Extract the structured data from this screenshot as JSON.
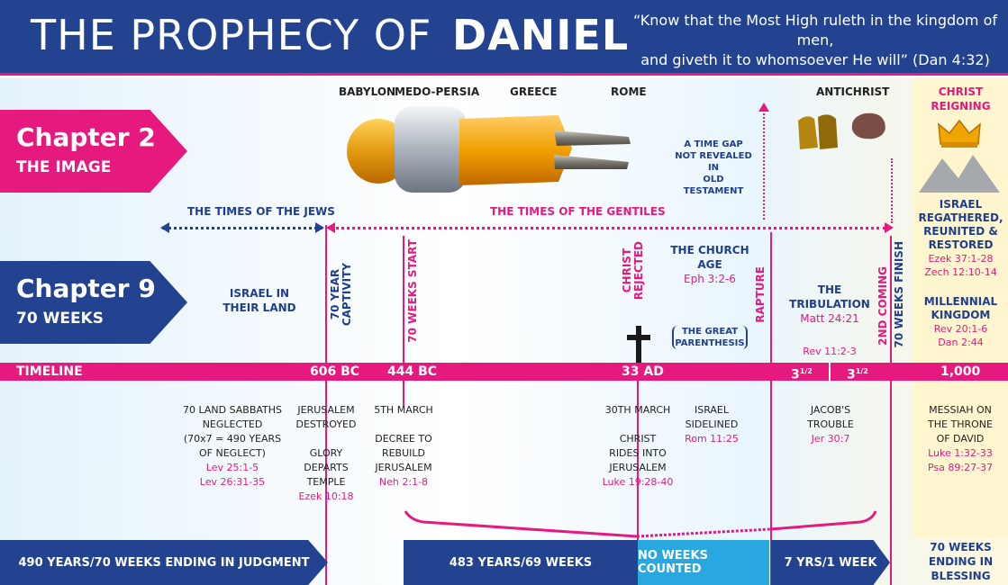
{
  "header": {
    "title_light": "THE PROPHECY OF",
    "title_bold": "DANIEL",
    "quote_line1": "“Know that the Most High ruleth in the kingdom of men,",
    "quote_line2": "and giveth it to whomsoever He will”  (Dan 4:32)"
  },
  "chapter2": {
    "line1": "Chapter 2",
    "line2": "THE IMAGE"
  },
  "chapter9": {
    "line1": "Chapter 9",
    "line2": "70 WEEKS"
  },
  "empires": [
    "BABYLON",
    "MEDO-PERSIA",
    "GREECE",
    "ROME",
    "ANTICHRIST"
  ],
  "christ_reigning": {
    "line1": "CHRIST",
    "line2": "REIGNING"
  },
  "time_gap": {
    "line1": "A TIME GAP",
    "line2": "NOT REVEALED IN",
    "line3": "OLD TESTAMENT"
  },
  "times_of_jews": "THE TIMES OF THE JEWS",
  "times_of_gentiles": "THE TIMES OF THE GENTILES",
  "israel_regathered": {
    "line1": "ISRAEL",
    "line2": "REGATHERED,",
    "line3": "REUNITED &",
    "line4": "RESTORED",
    "ref1": "Ezek 37:1-28",
    "ref2": "Zech 12:10-14"
  },
  "millennial": {
    "line1": "MILLENNIAL",
    "line2": "KINGDOM",
    "ref1": "Rev 20:1-6",
    "ref2": "Dan 2:44"
  },
  "israel_land": {
    "line1": "ISRAEL IN",
    "line2": "THEIR LAND"
  },
  "vertical_labels": {
    "captivity": "70 YEAR\nCAPTIVITY",
    "weeks_start": "70 WEEKS START",
    "christ_rejected": "CHRIST\nREJECTED",
    "rapture": "RAPTURE",
    "second_coming": "2ND COMING",
    "weeks_finish": "70 WEEKS FINISH"
  },
  "church_age": {
    "line1": "THE CHURCH",
    "line2": "AGE",
    "ref": "Eph 3:2-6"
  },
  "great_parenthesis": {
    "line1": "THE GREAT",
    "line2": "PARENTHESIS"
  },
  "tribulation": {
    "title": "THE TRIBULATION",
    "ref": "Matt 24:21",
    "ref2": "Rev 11:2-3"
  },
  "timeline": {
    "label": "TIMELINE",
    "bc606": "606 BC",
    "bc444": "444 BC",
    "ad33": "33 AD",
    "half1": "3",
    "half1_sup": "1/2",
    "half2": "3",
    "half2_sup": "1/2",
    "thousand": "1,000"
  },
  "below": {
    "sabbaths": {
      "l1": "70 LAND SABBATHS",
      "l2": "NEGLECTED",
      "l3": "(70x7 = 490 YEARS",
      "l4": "OF NEGLECT)",
      "r1": "Lev 25:1-5",
      "r2": "Lev 26:31-35"
    },
    "jerusalem": {
      "l1": "JERUSALEM",
      "l2": "DESTROYED",
      "l3": "GLORY",
      "l4": "DEPARTS",
      "l5": "TEMPLE",
      "r1": "Ezek 10:18"
    },
    "decree": {
      "l1": "5TH MARCH",
      "l2": "DECREE TO",
      "l3": "REBUILD",
      "l4": "JERUSALEM",
      "r1": "Neh 2:1-8"
    },
    "march30": {
      "l1": "30TH MARCH",
      "l2": "CHRIST",
      "l3": "RIDES INTO",
      "l4": "JERUSALEM",
      "r1": "Luke 19:28-40"
    },
    "sidelined": {
      "l1": "ISRAEL",
      "l2": "SIDELINED",
      "r1": "Rom 11:25"
    },
    "jacob": {
      "l1": "JACOB'S",
      "l2": "TROUBLE",
      "r1": "Jer 30:7"
    },
    "messiah": {
      "l1": "MESSIAH ON",
      "l2": "THE THRONE",
      "l3": "OF DAVID",
      "r1": "Luke 1:32-33",
      "r2": "Psa 89:27-37"
    }
  },
  "bottom": {
    "judgment": "490 YEARS/70 WEEKS ENDING IN JUDGMENT",
    "weeks69": "483 YEARS/69 WEEKS",
    "no_weeks": "NO WEEKS COUNTED",
    "week1": "7 YRS/1 WEEK",
    "blessing_l1": "70 WEEKS",
    "blessing_l2": "ENDING IN",
    "blessing_l3": "BLESSING"
  },
  "colors": {
    "navy": "#23428f",
    "pink": "#e6197f",
    "light_blue": "#29a8e0",
    "gold": "#f0a500"
  },
  "icons": [
    "statue-image",
    "crown-icon",
    "mountains-icon",
    "cross-icon",
    "stone-icon"
  ]
}
